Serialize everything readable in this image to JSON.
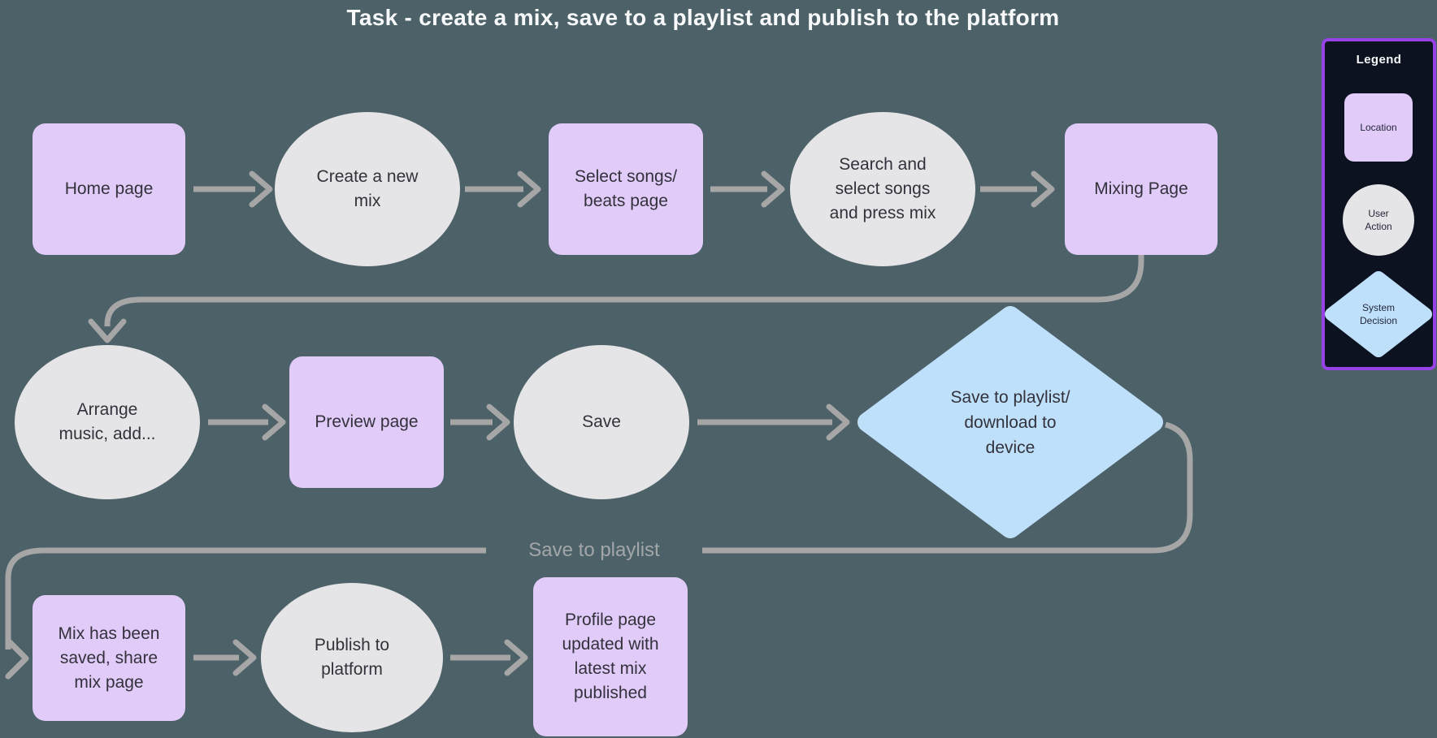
{
  "title": "Task - create a mix, save to a playlist and publish to the platform",
  "edge_label": "Save to playlist",
  "colors": {
    "background": "#4d6268",
    "location_fill": "#e1cbf9",
    "user_action_fill": "#e5e4e6",
    "decision_fill": "#bfe0fa",
    "connector": "#a6a6a6",
    "node_text": "#33323c",
    "title_text": "#f8f9fb",
    "edge_label_text": "#a2a6a9",
    "legend_background": "#0c1220",
    "legend_border": "#9742e6",
    "legend_title_text": "#f5f6f8"
  },
  "nodes": [
    {
      "id": "home-page",
      "type": "location",
      "label": "Home page"
    },
    {
      "id": "create-a-new-mix",
      "type": "user-action",
      "label": "Create a new\nmix"
    },
    {
      "id": "select-songs-beats-page",
      "type": "location",
      "label": "Select songs/\nbeats page"
    },
    {
      "id": "search-and-select-songs",
      "type": "user-action",
      "label": "Search and\nselect songs\nand press mix"
    },
    {
      "id": "mixing-page",
      "type": "location",
      "label": "Mixing Page"
    },
    {
      "id": "arrange-music",
      "type": "user-action",
      "label": "Arrange\nmusic, add..."
    },
    {
      "id": "preview-page",
      "type": "location",
      "label": "Preview page"
    },
    {
      "id": "save",
      "type": "user-action",
      "label": "Save"
    },
    {
      "id": "save-to-playlist-or-download",
      "type": "system-decision",
      "label": "Save to playlist/\ndownload to\ndevice"
    },
    {
      "id": "mix-has-been-saved",
      "type": "location",
      "label": "Mix has been\nsaved, share\nmix page"
    },
    {
      "id": "publish-to-platform",
      "type": "user-action",
      "label": "Publish to\nplatform"
    },
    {
      "id": "profile-page-updated",
      "type": "location",
      "label": "Profile page\nupdated with\nlatest mix\npublished"
    }
  ],
  "legend": {
    "title": "Legend",
    "items": [
      {
        "shape": "location",
        "label": "Location"
      },
      {
        "shape": "user-action",
        "label": "User Action"
      },
      {
        "shape": "system-decision",
        "label": "System Decision"
      }
    ]
  }
}
